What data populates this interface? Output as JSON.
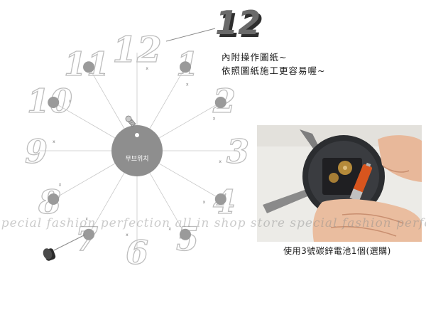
{
  "clock_diagram": {
    "numerals": [
      "12",
      "1",
      "2",
      "3",
      "4",
      "5",
      "6",
      "7",
      "8",
      "9",
      "10",
      "11"
    ],
    "hero_numeral": "12",
    "center_label": "무브위치",
    "colors": {
      "line": "#c8c8c8",
      "numeral_outline": "#bdbdbd",
      "dot": "#9a9a9a",
      "center": "#8e8e8e"
    }
  },
  "notes": {
    "line1": "內附操作圖紙~",
    "line2": "依照圖紙施工更容易喔~"
  },
  "photo": {
    "caption": "使用3號碳鋅電池1個(選購)"
  },
  "watermark": "special fashion perfection all in shop store special fashion perfection a"
}
